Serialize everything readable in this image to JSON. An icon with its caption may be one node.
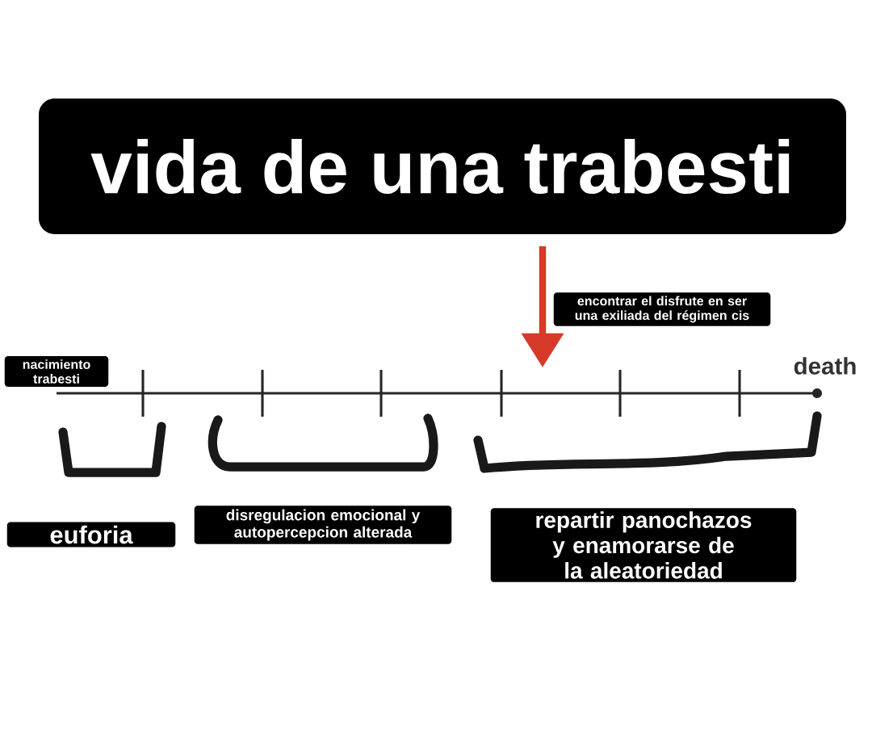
{
  "diagram": {
    "title": "vida de una trabesti",
    "nodes": [
      {
        "text": [
          "nacimiento trabesti"
        ]
      },
      {
        "text": [
          "encontrar el disfrute en ser una exiliada del régimen cis"
        ]
      },
      {
        "text": [
          "euforia"
        ]
      },
      {
        "text": [
          "disregulacion emocional y autopercepcion alterada"
        ]
      },
      {
        "text": [
          "repartir panochazos y enamorarse de la aleatoriedad"
        ]
      }
    ],
    "edges": [],
    "labels": [
      "death"
    ]
  }
}
